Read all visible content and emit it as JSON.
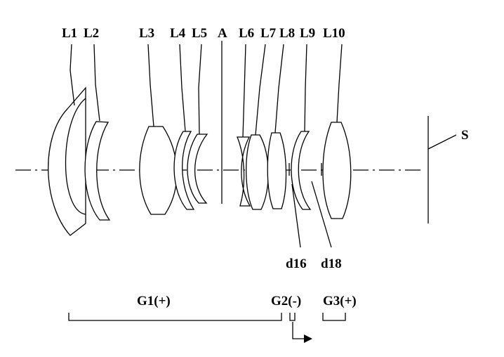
{
  "lens_labels": [
    "L1",
    "L2",
    "L3",
    "L4",
    "L5",
    "L6",
    "L7",
    "L8",
    "L9",
    "L10"
  ],
  "stop_label": "A",
  "image_plane_label": "S",
  "spacing_labels": {
    "d16": "d16",
    "d18": "d18"
  },
  "group_labels": {
    "g1": "G1(+)",
    "g2": "G2(-)",
    "g3": "G3(+)"
  }
}
